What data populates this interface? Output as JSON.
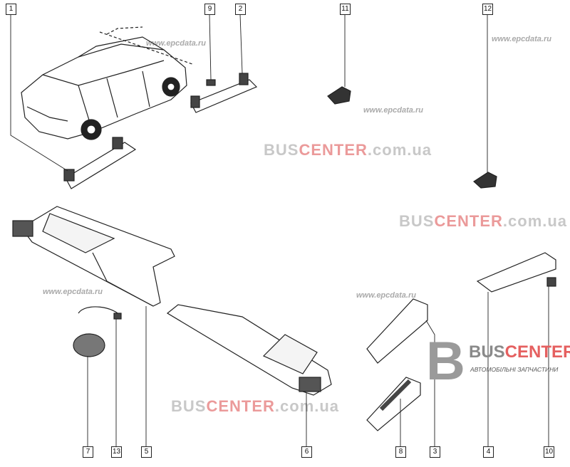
{
  "callouts": [
    {
      "id": "1",
      "label": "1"
    },
    {
      "id": "9",
      "label": "9"
    },
    {
      "id": "2",
      "label": "2"
    },
    {
      "id": "11",
      "label": "11"
    },
    {
      "id": "12",
      "label": "12"
    },
    {
      "id": "7",
      "label": "7"
    },
    {
      "id": "13",
      "label": "13"
    },
    {
      "id": "5",
      "label": "5"
    },
    {
      "id": "6",
      "label": "6"
    },
    {
      "id": "8",
      "label": "8"
    },
    {
      "id": "3",
      "label": "3"
    },
    {
      "id": "4",
      "label": "4"
    },
    {
      "id": "10",
      "label": "10"
    }
  ],
  "watermark": {
    "brand_gray": "BUS",
    "brand_red": "CENTER",
    "brand_suffix": ".com.ua",
    "site": "www.epcdata.ru"
  },
  "logo": {
    "letter": "B",
    "name_gray": "BUS",
    "name_red": "CENTER",
    "tagline": "АВТОМОБІЛЬНІ ЗАПЧАСТИНИ"
  },
  "colors": {
    "brand_red": "#e56060",
    "brand_gray": "#8a8a8a",
    "line": "#222222"
  }
}
